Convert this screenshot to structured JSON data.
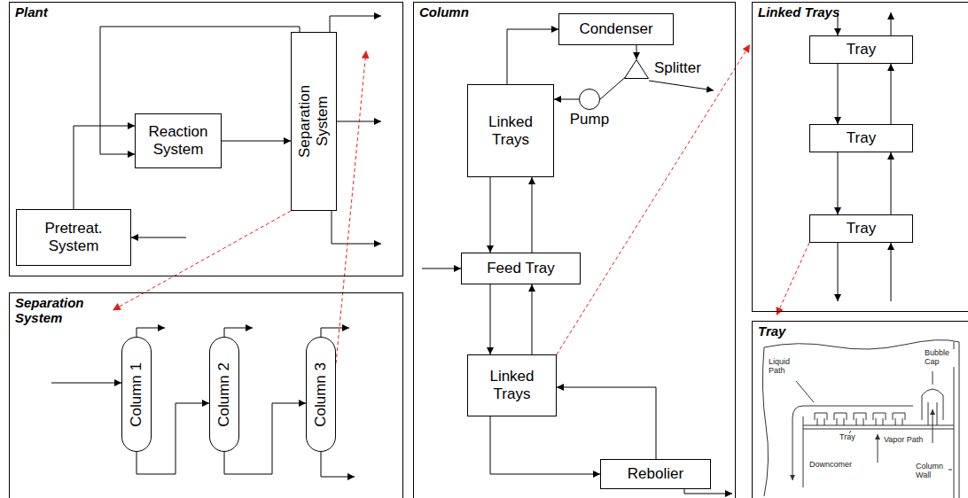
{
  "diagram": {
    "nodes": [
      {
        "text": [
          "Plant"
        ]
      },
      {
        "text": [
          "Reaction System"
        ],
        "in": 0
      },
      {
        "text": [
          "Separation System"
        ],
        "in": 0
      },
      {
        "text": [
          "Pretreat. System"
        ],
        "in": 0
      },
      {
        "text": [
          "Separation System"
        ]
      },
      {
        "text": [
          "Column 1"
        ],
        "in": 4
      },
      {
        "text": [
          "Column 2"
        ],
        "in": 4
      },
      {
        "text": [
          "Column 3"
        ],
        "in": 4
      },
      {
        "text": [
          "Column"
        ]
      },
      {
        "text": [
          "Condenser"
        ],
        "in": 8
      },
      {
        "text": [
          "Splitter"
        ],
        "in": 8
      },
      {
        "text": [
          "Linked Trays"
        ],
        "in": 8
      },
      {
        "text": [
          "Pump"
        ],
        "in": 8
      },
      {
        "text": [
          "Feed Tray"
        ],
        "in": 8
      },
      {
        "text": [
          "Linked Trays"
        ],
        "in": 8
      },
      {
        "text": [
          "Rebolier"
        ],
        "in": 8
      },
      {
        "text": [
          "Linked Trays"
        ]
      },
      {
        "text": [
          "Tray"
        ],
        "in": 16
      },
      {
        "text": [
          "Tray"
        ],
        "in": 16
      },
      {
        "text": [
          "Tray"
        ],
        "in": 16
      },
      {
        "text": [
          "Tray"
        ]
      }
    ],
    "edges": [
      {
        "from": 3,
        "to": 1,
        "arrow": "to"
      },
      {
        "from": 1,
        "to": 2,
        "arrow": "to"
      },
      {
        "from": 2,
        "to": 1,
        "arrow": "to"
      },
      {
        "from": 2,
        "to": 4,
        "arrow": "to"
      },
      {
        "from": 5,
        "to": 6,
        "arrow": "to"
      },
      {
        "from": 6,
        "to": 7,
        "arrow": "to"
      },
      {
        "from": 7,
        "to": 8,
        "arrow": "to"
      },
      {
        "from": 11,
        "to": 9,
        "arrow": "to"
      },
      {
        "from": 9,
        "to": 10,
        "arrow": "to"
      },
      {
        "from": 10,
        "to": 12,
        "arrow": "none"
      },
      {
        "from": 12,
        "to": 11,
        "arrow": "to"
      },
      {
        "from": 11,
        "to": 13,
        "arrow": "to"
      },
      {
        "from": 13,
        "to": 11,
        "arrow": "to"
      },
      {
        "from": 13,
        "to": 14,
        "arrow": "to"
      },
      {
        "from": 14,
        "to": 13,
        "arrow": "to"
      },
      {
        "from": 14,
        "to": 15,
        "arrow": "to"
      },
      {
        "from": 15,
        "to": 14,
        "arrow": "to"
      },
      {
        "from": 14,
        "to": 16,
        "arrow": "to"
      },
      {
        "from": 17,
        "to": 18,
        "arrow": "to"
      },
      {
        "from": 18,
        "to": 17,
        "arrow": "to"
      },
      {
        "from": 18,
        "to": 19,
        "arrow": "to"
      },
      {
        "from": 19,
        "to": 18,
        "arrow": "to"
      },
      {
        "from": 19,
        "to": 20,
        "arrow": "to"
      }
    ],
    "labels": [
      "Bubble Cap",
      "Liquid Path",
      "Tray",
      "Vapor Path",
      "Downcomer",
      "Column Wall"
    ]
  }
}
